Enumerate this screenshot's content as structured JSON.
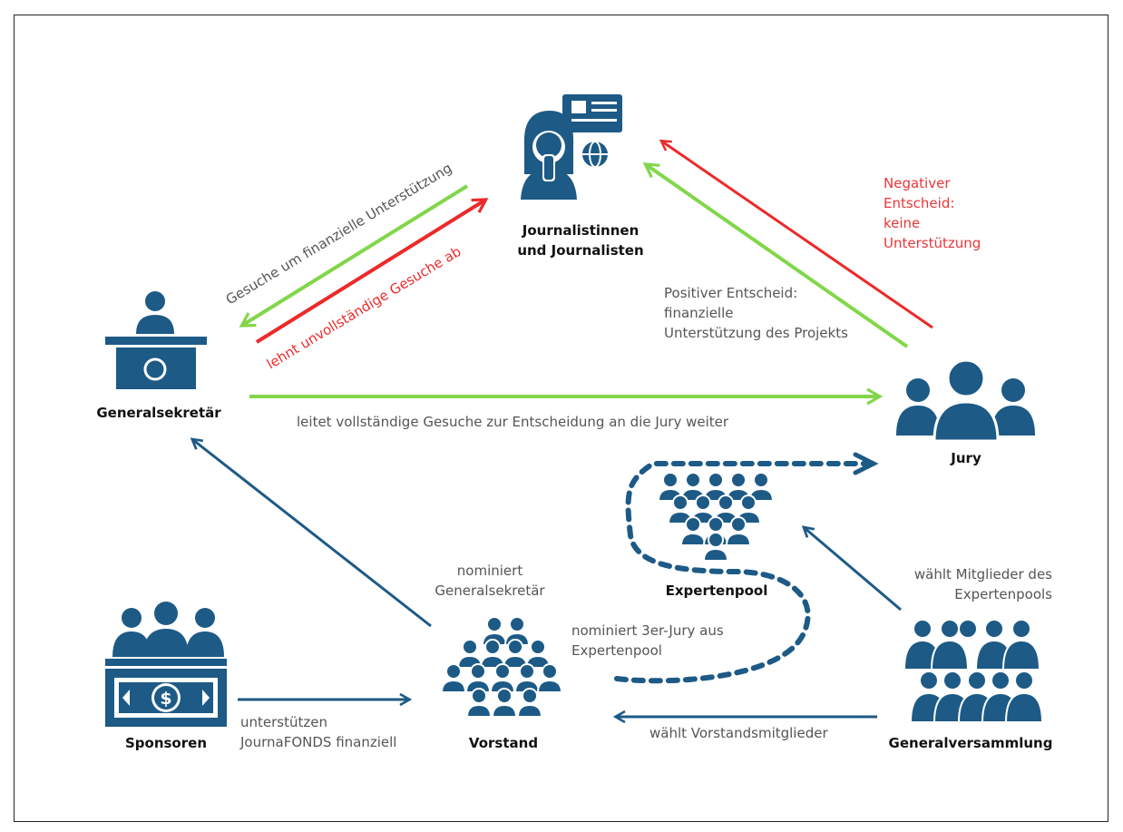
{
  "colors": {
    "navy": "#1d5a86",
    "green": "#82d64a",
    "red": "#ec2a2a",
    "text": "#555555"
  },
  "nodes": {
    "journalists": {
      "line1": "Journalistinnen",
      "line2": "und Journalisten",
      "icon": "journalist-icon"
    },
    "secretary": {
      "label": "Generalsekretär",
      "icon": "reception-desk-icon"
    },
    "jury": {
      "label": "Jury",
      "icon": "group-of-three-icon"
    },
    "expertpool": {
      "label": "Expertenpool",
      "icon": "crowd-icon"
    },
    "sponsors": {
      "label": "Sponsoren",
      "icon": "sponsors-money-icon"
    },
    "board": {
      "label": "Vorstand",
      "icon": "crowd-icon"
    },
    "assembly": {
      "label": "Generalversammlung",
      "icon": "assembly-icon"
    }
  },
  "edges": {
    "requests": "Gesuche um finanzielle Unterstützung",
    "rejects": "lehnt unvollständige Gesuche ab",
    "forwards": "leitet vollständige Gesuche zur Entscheidung an die Jury weiter",
    "positive": {
      "line1": "Positiver Entscheid:",
      "line2": "finanzielle",
      "line3": "Unterstützung des Projekts"
    },
    "negative": {
      "line1": "Negativer",
      "line2": "Entscheid:",
      "line3": "keine",
      "line4": "Unterstützung"
    },
    "nominate_secretary": {
      "line1": "nominiert",
      "line2": "Generalsekretär"
    },
    "nominate_jury": {
      "line1": "nominiert 3er-Jury aus",
      "line2": "Expertenpool"
    },
    "elect_pool": {
      "line1": "wählt Mitglieder des",
      "line2": "Expertenpools"
    },
    "elect_board": "wählt Vorstandsmitglieder",
    "support": {
      "line1": "unterstützen",
      "line2": "JournaFONDS finanziell"
    }
  }
}
